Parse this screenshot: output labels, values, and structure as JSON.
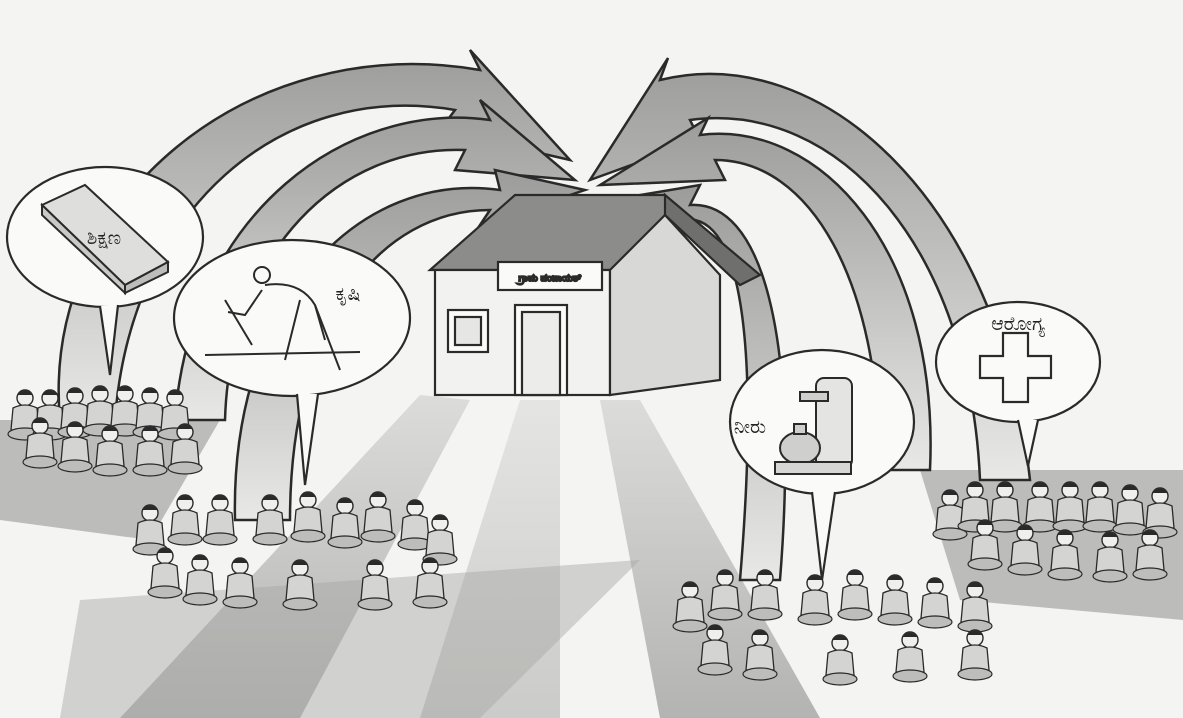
{
  "panchayat_sign": "ಗ್ರಾಮ ಪಂಚಾಯತ್",
  "topics": [
    {
      "icon": "book-icon",
      "label": "ಶಿಕ್ಷಣ"
    },
    {
      "icon": "farmer-icon",
      "label": "ಕೃಷಿ"
    },
    {
      "icon": "water-tap-icon",
      "label": "ನೀರು"
    },
    {
      "icon": "medical-cross-icon",
      "label": "ಆರೋಗ್ಯ"
    }
  ],
  "colors": {
    "background": "#f4f4f2",
    "arrow_fill": "#c6c6c4",
    "ink": "#2a2a2a",
    "ground_shadow": "#9a9a98"
  }
}
